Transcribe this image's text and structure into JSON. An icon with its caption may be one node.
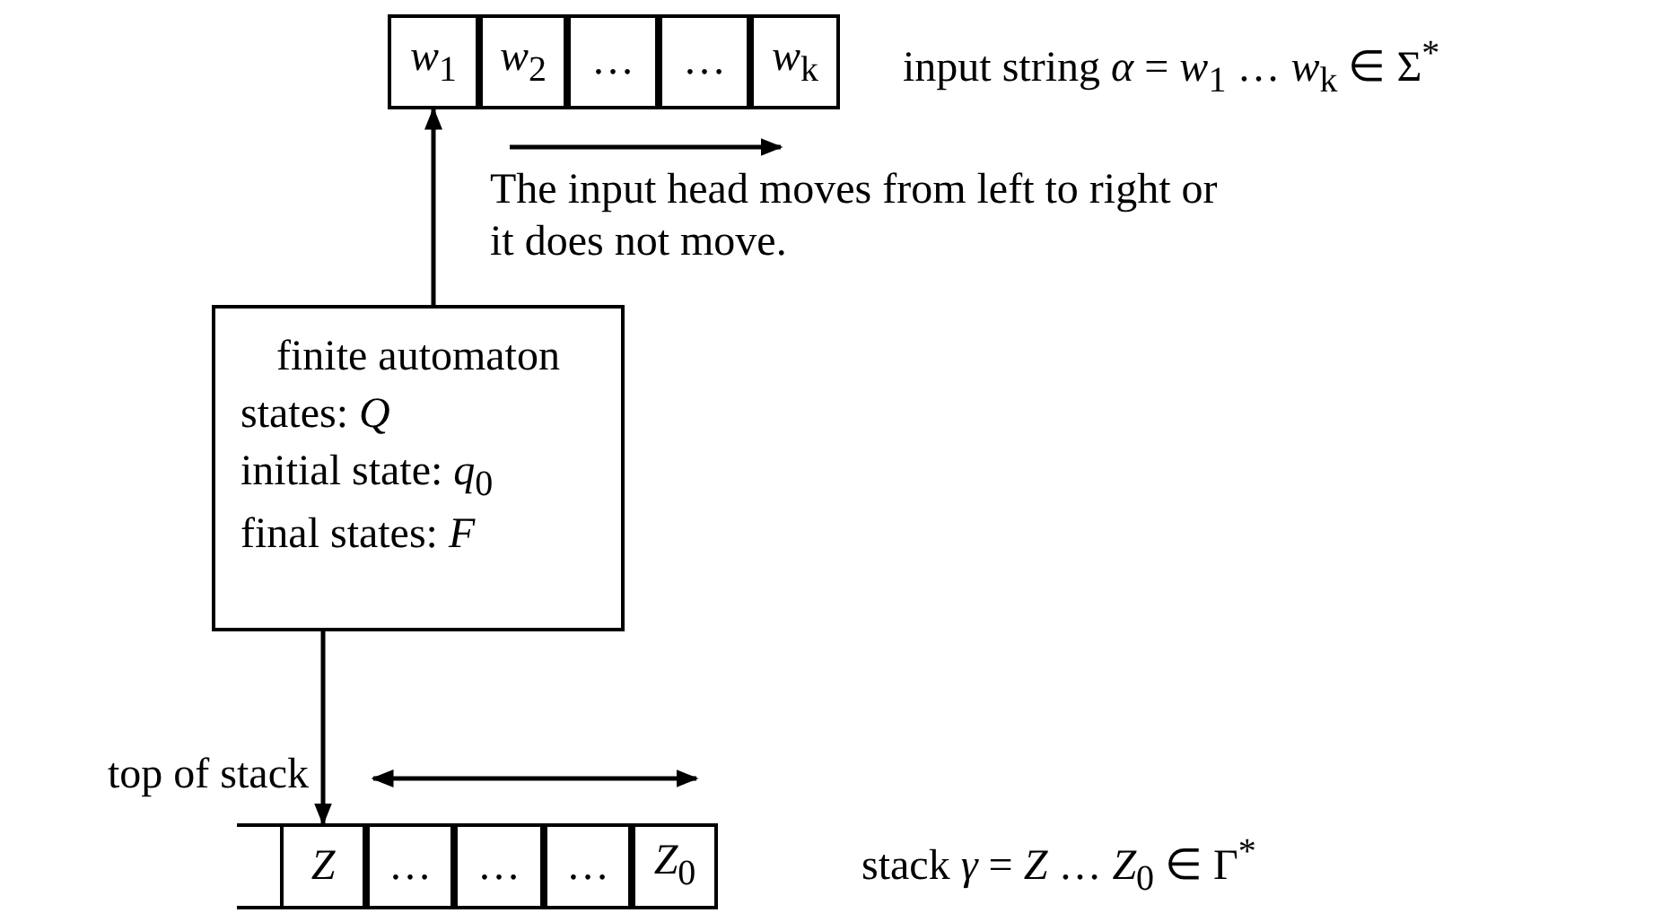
{
  "diagram": {
    "nodes": [
      {
        "text": [
          "*w*$_{1}$"
        ]
      },
      {
        "text": [
          "*w*$_{2}$"
        ]
      },
      {
        "text": [
          "…"
        ]
      },
      {
        "text": [
          "…"
        ]
      },
      {
        "text": [
          "*w*$_{k}$"
        ]
      },
      {
        "text": [
          "finite automaton",
          "states: *Q*",
          "initial state: *q*$_{0}$",
          "final states: *F*"
        ]
      },
      {
        "text": [],
        "shape": "box"
      },
      {
        "text": [
          "*Z*"
        ]
      },
      {
        "text": [
          "…"
        ]
      },
      {
        "text": [
          "…"
        ]
      },
      {
        "text": [
          "…"
        ]
      },
      {
        "text": [
          "*Z*$_{0}$"
        ]
      }
    ],
    "edges": [
      {
        "from": 5,
        "to": 0,
        "arrow": "to"
      },
      {
        "from": 5,
        "to": 7,
        "arrow": "to",
        "label": "top of stack"
      }
    ],
    "labels": [
      "input string *α* = *w*$_{1}$ … *w*$_{k}$ ∈ Σ$^{*}$",
      "The input head moves from left to right or it does not move.",
      "stack *γ* = *Z* … *Z*$_{0}$ ∈ Γ$^{*}$"
    ]
  }
}
